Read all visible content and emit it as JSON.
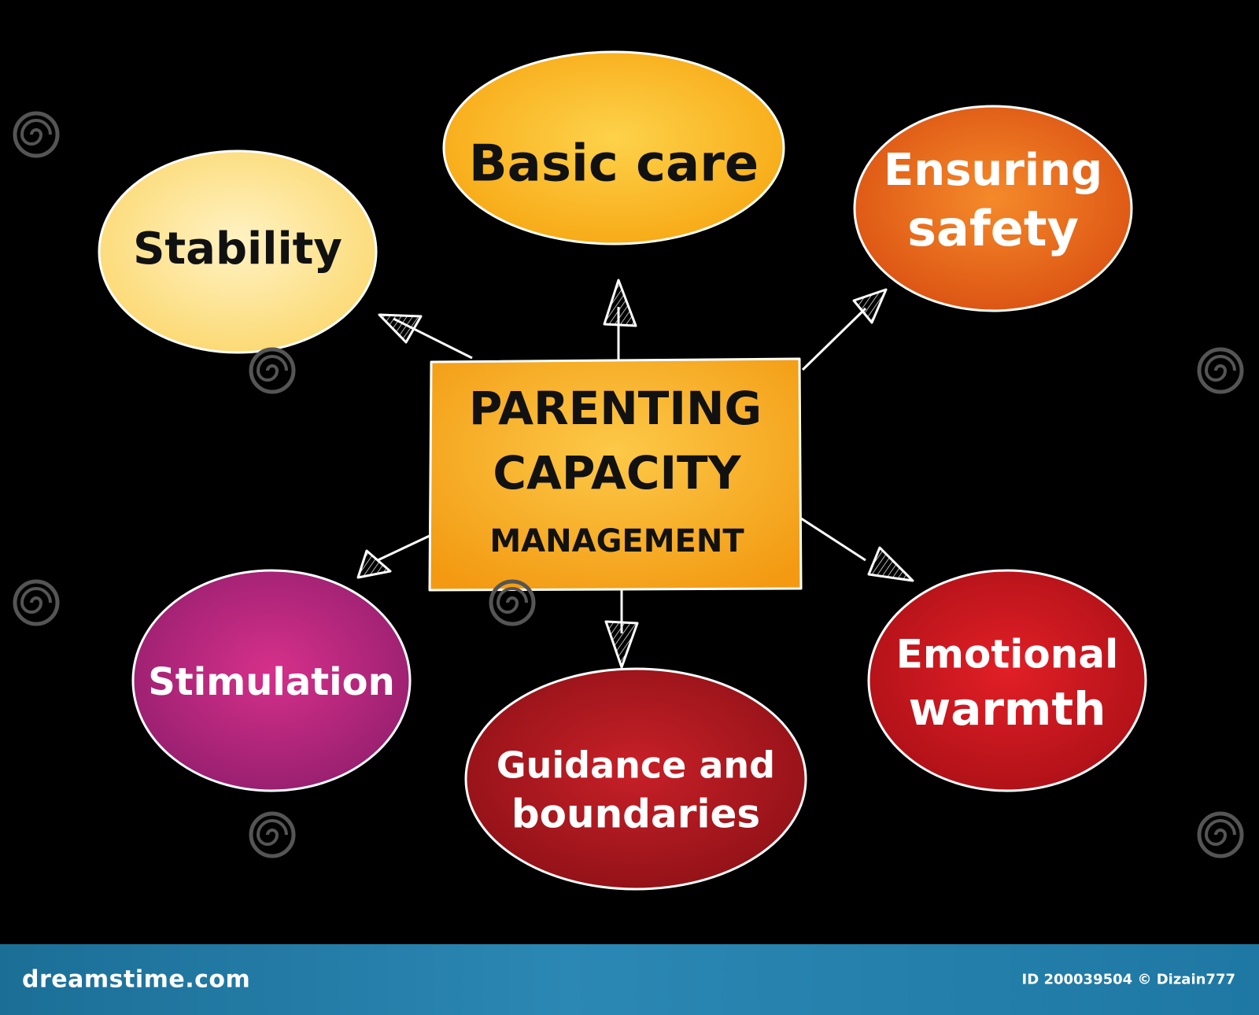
{
  "diagram": {
    "center": {
      "lines": [
        "PARENTING",
        "CAPACITY",
        "MANAGEMENT"
      ],
      "fill": "#f7a21c"
    },
    "nodes": [
      {
        "id": "basic-care",
        "lines": [
          "Basic care"
        ],
        "fill": "#f9b21a",
        "text_color": "#111111"
      },
      {
        "id": "stability",
        "lines": [
          "Stability"
        ],
        "fill": "#fde07a",
        "text_color": "#111111"
      },
      {
        "id": "ensuring-safety",
        "lines": [
          "Ensuring",
          "safety"
        ],
        "fill": "#e8651c",
        "text_color": "#ffffff"
      },
      {
        "id": "stimulation",
        "lines": [
          "Stimulation"
        ],
        "fill": "#b0227a",
        "text_color": "#ffffff"
      },
      {
        "id": "guidance-boundaries",
        "lines": [
          "Guidance and",
          "boundaries"
        ],
        "fill": "#a8161e",
        "text_color": "#ffffff"
      },
      {
        "id": "emotional-warmth",
        "lines": [
          "Emotional",
          "warmth"
        ],
        "fill": "#c4141c",
        "text_color": "#ffffff"
      }
    ]
  },
  "watermark": {
    "text": "dreamstime"
  },
  "footer": {
    "brand": "dreamstime.com",
    "credit": "ID 200039504 © Dizain777"
  },
  "colors": {
    "background": "#000000",
    "outline": "#ffffff",
    "footer": "#1e7fab"
  }
}
